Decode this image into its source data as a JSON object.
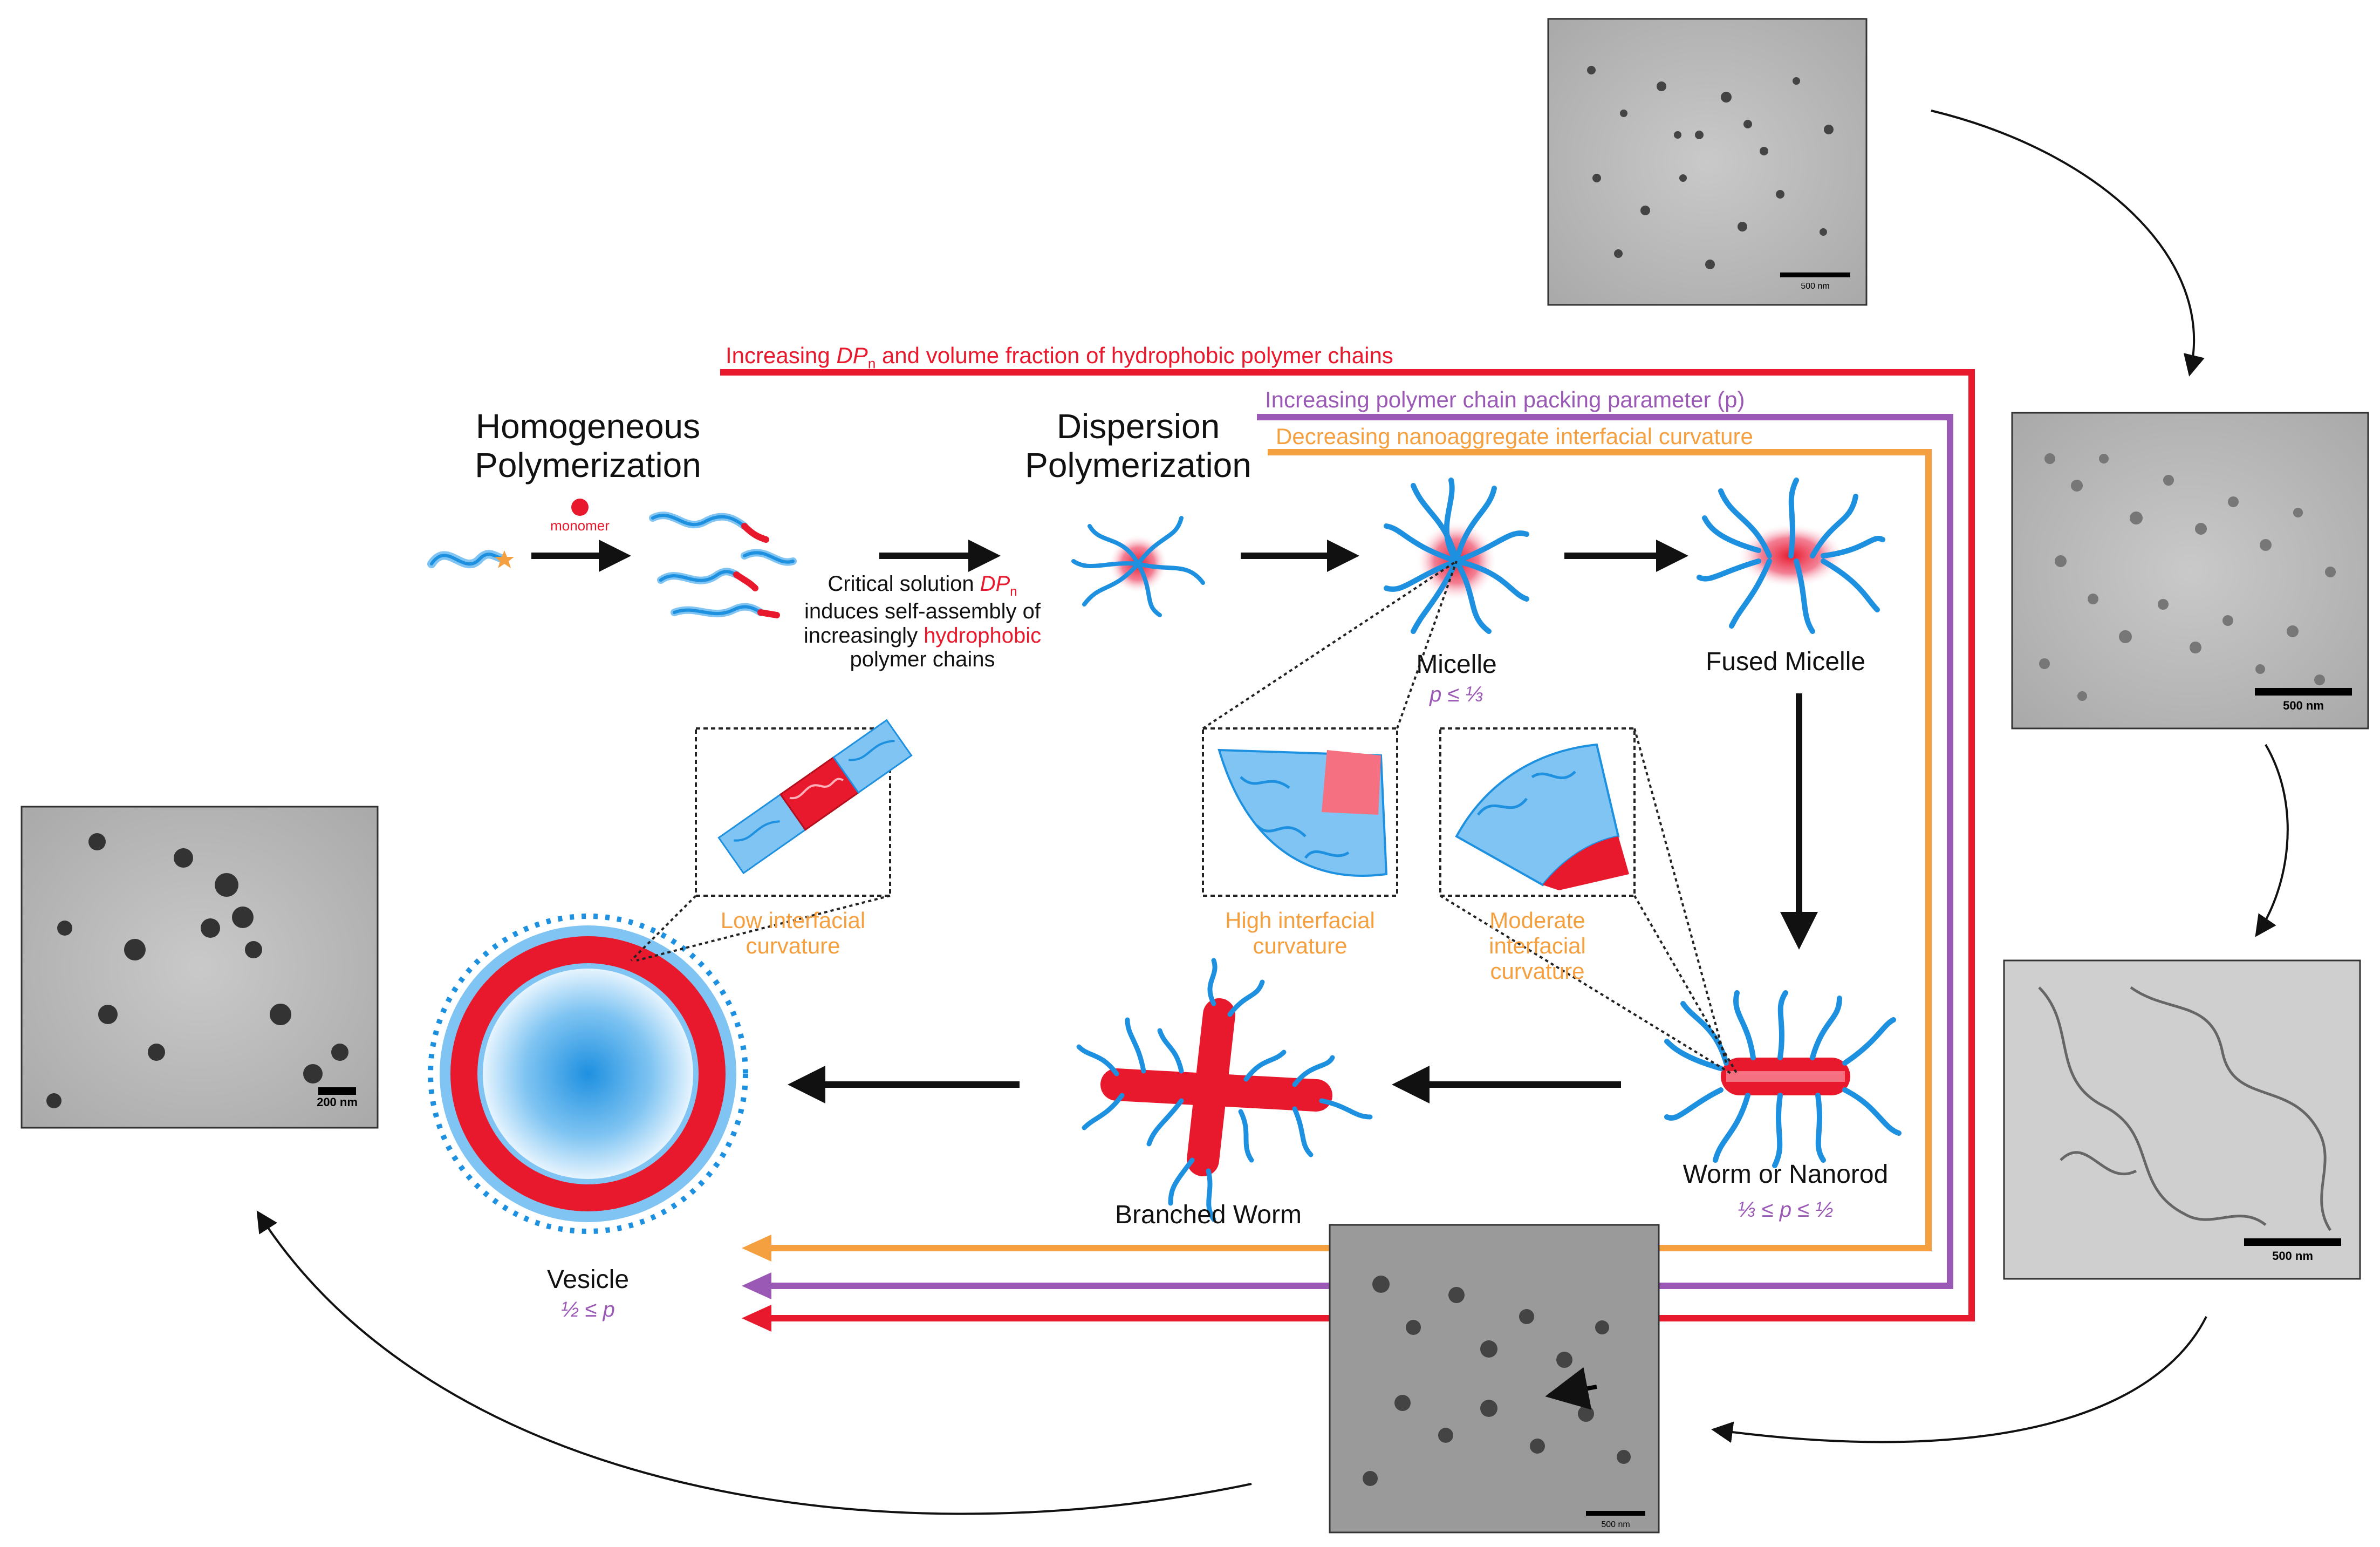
{
  "trends": {
    "dp": "Increasing DPn and volume fraction of hydrophobic polymer chains",
    "dp_pre": "Increasing ",
    "dp_sym": "DP",
    "dp_sub": "n",
    "dp_post": " and volume fraction of hydrophobic polymer chains",
    "packing": "Increasing polymer chain packing parameter (p)",
    "curvature": "Decreasing nanoaggregate interfacial curvature"
  },
  "stages": {
    "homogeneous_line1": "Homogeneous",
    "homogeneous_line2": "Polymerization",
    "dispersion_line1": "Dispersion",
    "dispersion_line2": "Polymerization",
    "monomer": "monomer",
    "critical_l1_pre": "Critical solution ",
    "critical_l1_sym": "DP",
    "critical_l1_sub": "n",
    "critical_l2": "induces self-assembly of",
    "critical_l3_pre": "increasingly ",
    "critical_l3_red": "hydrophobic",
    "critical_l4": "polymer chains"
  },
  "morphologies": {
    "micelle": "Micelle",
    "micelle_p": "p ≤ ⅓",
    "fused": "Fused Micelle",
    "worm": "Worm or Nanorod",
    "worm_p": "⅓ ≤ p ≤ ½",
    "branched": "Branched Worm",
    "vesicle": "Vesicle",
    "vesicle_p": "½ ≤ p"
  },
  "insets": {
    "low_l1": "Low interfacial",
    "low_l2": "curvature",
    "high_l1": "High interfacial",
    "high_l2": "curvature",
    "mod_l1": "Moderate",
    "mod_l2": "interfacial",
    "mod_l3": "curvature"
  },
  "scalebars": {
    "top": "500 nm",
    "right_top": "500 nm",
    "right_bottom": "500 nm",
    "bottom": "500 nm",
    "left": "200 nm"
  },
  "colors": {
    "red": "#E8192C",
    "purple": "#9B59B6",
    "orange": "#F5A040",
    "blue": "#1E90E0"
  }
}
